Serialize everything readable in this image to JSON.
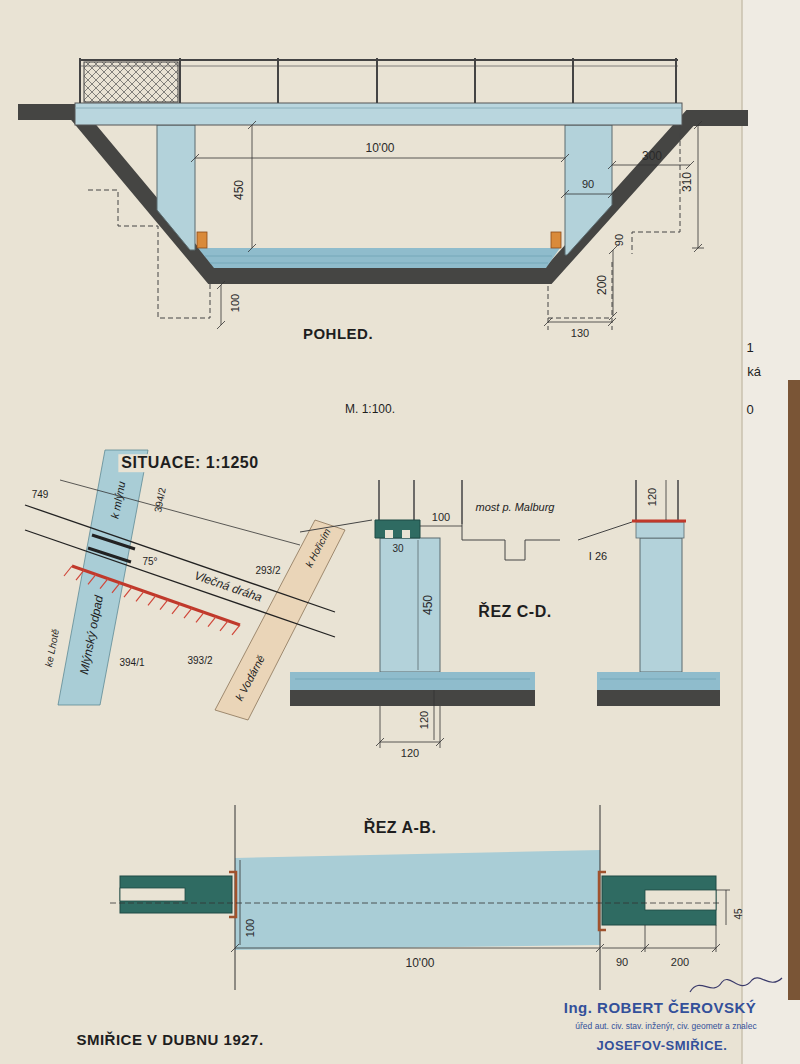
{
  "diagram": {
    "labels": [
      "POHLED.",
      "10'00",
      "450",
      "300",
      "90",
      "310",
      "90",
      "200",
      "100",
      "130",
      "M. 1:100.",
      "SITUACE: 1:1250",
      "k mlýnu",
      "394/2",
      "749",
      "293/2",
      "75°",
      "Vlečná dráha",
      "k Hořicím",
      "Mlýnský odpad",
      "ke Lhotě",
      "394/1",
      "393/2",
      "k Vodárně",
      "ŘEZ C-D.",
      "100",
      "most p. Malburg",
      "30",
      "450",
      "120",
      "120",
      "120",
      "I 26",
      "ŘEZ A-B.",
      "100",
      "10'00",
      "90",
      "200",
      "45",
      "SMIŘICE V DUBNU 1927.",
      "Ing. ROBERT ČEROVSKÝ",
      "úřed aut. civ. stav. inženýr, civ. geometr a znalec",
      "JOSEFOV-SMIŘICE.",
      "1",
      "ká",
      "0"
    ]
  }
}
